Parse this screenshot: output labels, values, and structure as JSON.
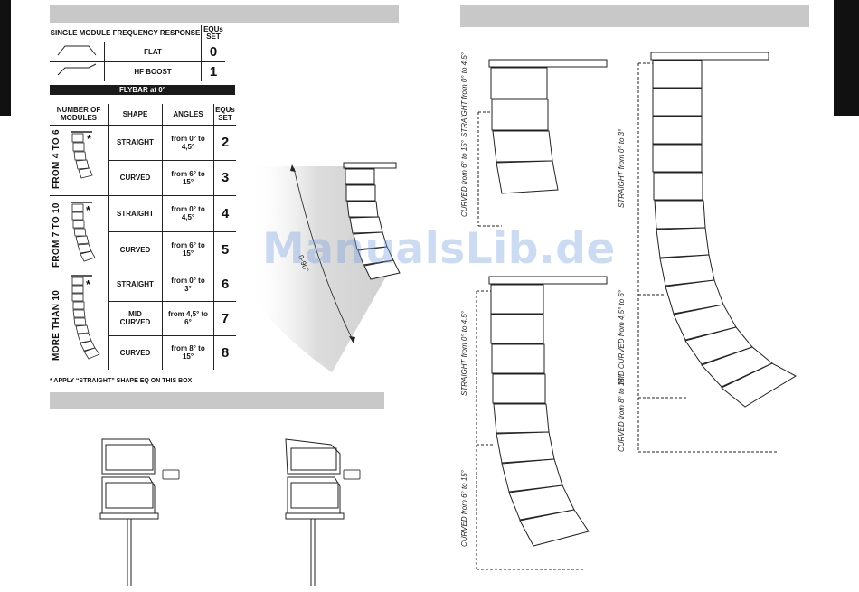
{
  "freq_table": {
    "header": "SINGLE MODULE FREQUENCY RESPONSE",
    "eq_header": "EQUs SET",
    "rows": [
      {
        "label": "FLAT",
        "eq": "0"
      },
      {
        "label": "HF BOOST",
        "eq": "1"
      }
    ]
  },
  "flybar": "FLYBAR at 0°",
  "main_table": {
    "col_modules": "NUMBER OF MODULES",
    "col_shape": "SHAPE",
    "col_angles": "ANGLES",
    "col_eq": "EQUs SET",
    "groups": [
      {
        "label": "FROM 4 TO 6",
        "rows": [
          {
            "shape": "STRAIGHT",
            "angles": "from 0° to 4,5°",
            "eq": "2"
          },
          {
            "shape": "CURVED",
            "angles": "from 6° to 15°",
            "eq": "3"
          }
        ]
      },
      {
        "label": "FROM 7 TO 10",
        "rows": [
          {
            "shape": "STRAIGHT",
            "angles": "from 0° to 4,5°",
            "eq": "4"
          },
          {
            "shape": "CURVED",
            "angles": "from 6° to 15°",
            "eq": "5"
          }
        ]
      },
      {
        "label": "MORE THAN 10",
        "rows": [
          {
            "shape": "STRAIGHT",
            "angles": "from 0° to 3°",
            "eq": "6"
          },
          {
            "shape": "MID CURVED",
            "angles": "from 4,5° to 6°",
            "eq": "7"
          },
          {
            "shape": "CURVED",
            "angles": "from 8° to 15°",
            "eq": "8"
          }
        ]
      }
    ],
    "star": "*"
  },
  "footnote": "* APPLY “STRAIGHT” SHAPE EQ ON THIS BOX",
  "arc_label": "0-90°",
  "watermark": "ManualsLib.de",
  "side_labels": {
    "a1": "STRAIGHT from 0° to 4,5°",
    "a2": "CURVED from 6° to 15°",
    "b1": "STRAIGHT from 0° to 4,5°",
    "b2": "CURVED from 6° to 15°",
    "c1": "STRAIGHT from 0° to 3°",
    "c2": "MID CURVED from 4,5° to 6°",
    "c3": "CURVED from 8° to 15°"
  }
}
